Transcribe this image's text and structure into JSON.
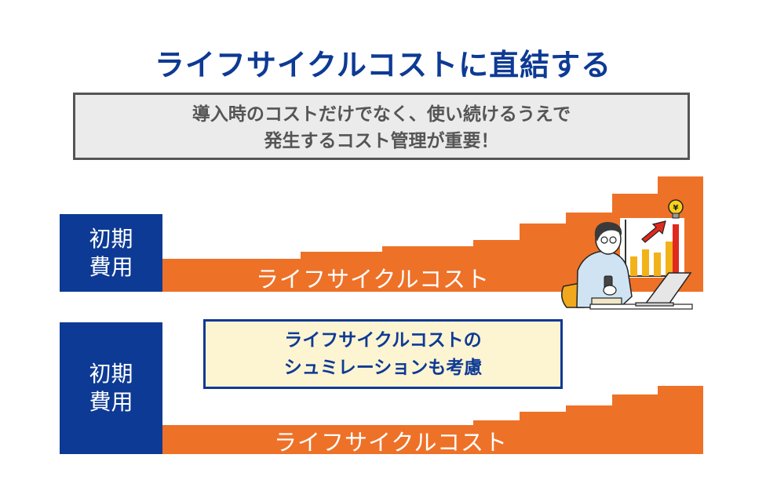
{
  "title": "ライフサイクルコストに直結する",
  "subtitle": {
    "line1": "導入時のコストだけでなく、使い続けるうえで",
    "line2": "発生するコスト管理が重要！"
  },
  "top_row": {
    "initial_cost": {
      "line1": "初期",
      "line2": "費用"
    },
    "lifecycle_label": "ライフサイクルコスト"
  },
  "bottom_row": {
    "initial_cost": {
      "line1": "初期",
      "line2": "費用"
    },
    "lifecycle_label": "ライフサイクルコスト"
  },
  "note": {
    "line1": "ライフサイクルコストの",
    "line2": "シュミレーションも考慮"
  },
  "illustration": {
    "icon": "person-with-laptop-and-rising-chart",
    "yen_symbol": "¥"
  },
  "colors": {
    "navy": "#0d3a94",
    "orange": "#ee7128",
    "note_bg": "#fdf4d2",
    "subtitle_bg": "#ebebeb",
    "subtitle_border": "#555555"
  }
}
